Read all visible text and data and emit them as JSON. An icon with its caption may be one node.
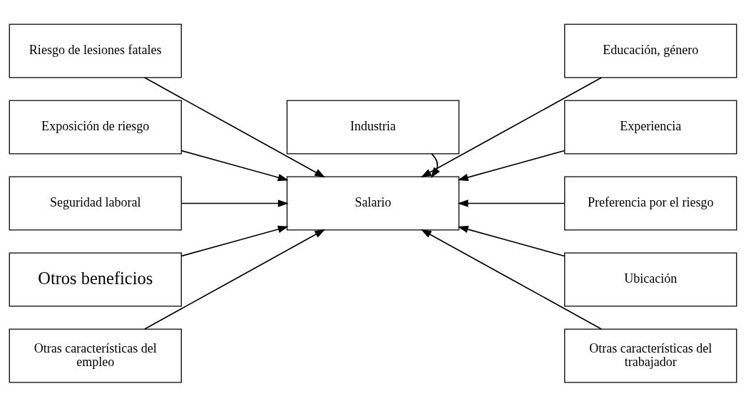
{
  "diagram": {
    "nodes": [
      {
        "text": [
          "Industria"
        ]
      },
      {
        "text": [
          "Riesgo de lesiones fatales"
        ]
      },
      {
        "text": [
          "Exposición de riesgo"
        ]
      },
      {
        "text": [
          "Seguridad laboral"
        ]
      },
      {
        "text": [
          "Otros beneficios"
        ]
      },
      {
        "text": [
          "Salario"
        ]
      },
      {
        "text": [
          "Educación, género"
        ]
      },
      {
        "text": [
          "Experiencia"
        ]
      },
      {
        "text": [
          "Preferencia por el riesgo"
        ]
      },
      {
        "text": [
          "Ubicación"
        ]
      },
      {
        "text": [
          "Otras características del empleo"
        ]
      },
      {
        "text": [
          "Otras características del trabajador"
        ]
      }
    ],
    "edges": [
      {
        "from": 0,
        "to": 5,
        "arrow": "to"
      },
      {
        "from": 1,
        "to": 5,
        "arrow": "to"
      },
      {
        "from": 2,
        "to": 5,
        "arrow": "to"
      },
      {
        "from": 3,
        "to": 5,
        "arrow": "to"
      },
      {
        "from": 4,
        "to": 5,
        "arrow": "to"
      },
      {
        "from": 6,
        "to": 5,
        "arrow": "to"
      },
      {
        "from": 7,
        "to": 5,
        "arrow": "to"
      },
      {
        "from": 8,
        "to": 5,
        "arrow": "to"
      },
      {
        "from": 9,
        "to": 5,
        "arrow": "to"
      },
      {
        "from": 10,
        "to": 5,
        "arrow": "to"
      },
      {
        "from": 11,
        "to": 5,
        "arrow": "to"
      }
    ]
  }
}
